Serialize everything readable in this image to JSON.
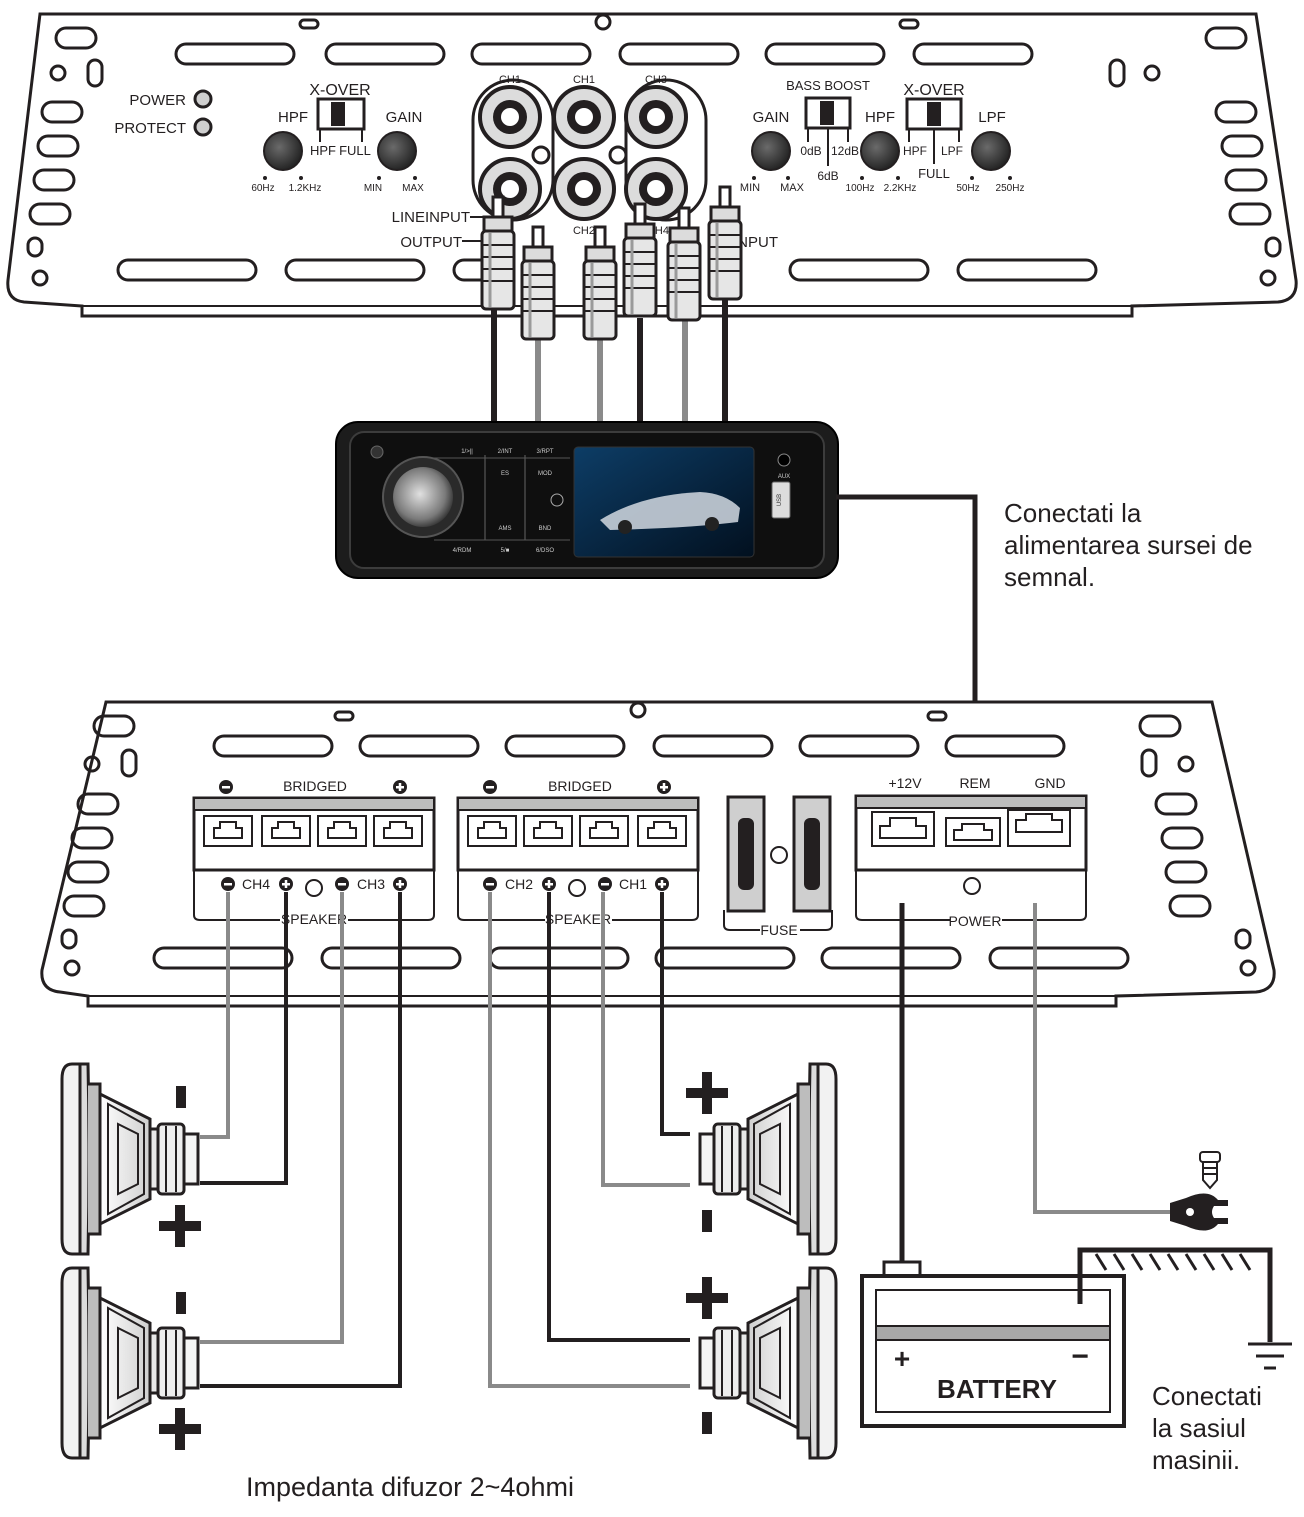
{
  "top_amp": {
    "indicators": [
      "POWER",
      "PROTECT"
    ],
    "left_xover": {
      "title": "X-OVER",
      "hpf": "HPF",
      "gain": "GAIN",
      "switch_hpf": "HPF",
      "switch_full": "FULL",
      "hpf_min": "60Hz",
      "hpf_max": "1.2KHz",
      "gain_min": "MIN",
      "gain_max": "MAX"
    },
    "rca_top_labels": [
      "CH1",
      "CH1",
      "CH3"
    ],
    "rca_bottom_labels": [
      "CH2",
      "CH4"
    ],
    "line_input": "LINEINPUT",
    "output": "OUTPUT",
    "line_input_right": "INPUT",
    "bass_boost": {
      "title": "BASS BOOST",
      "o1": "0dB",
      "o2": "6dB",
      "o3": "12dB"
    },
    "right_gain": {
      "label": "GAIN",
      "min": "MIN",
      "max": "MAX"
    },
    "right_hpf": {
      "label": "HPF",
      "min": "100Hz",
      "max": "2.2KHz"
    },
    "right_xover": {
      "title": "X-OVER",
      "hpf": "HPF",
      "full": "FULL",
      "lpf": "LPF"
    },
    "right_lpf": {
      "label": "LPF",
      "min": "50Hz",
      "max": "250Hz"
    }
  },
  "head_unit": {
    "buttons": [
      "1/>||",
      "2/INT",
      "3/RPT",
      "ES",
      "MOD",
      "AMS",
      "BND",
      "4/RDM",
      "5/■",
      "6/DSO"
    ],
    "aux": "AUX",
    "usb": "USB"
  },
  "bottom_amp": {
    "group1": {
      "bridged": "BRIDGED",
      "ch_a": "CH4",
      "ch_b": "CH3",
      "speaker": "SPEAKER"
    },
    "group2": {
      "bridged": "BRIDGED",
      "ch_a": "CH2",
      "ch_b": "CH1",
      "speaker": "SPEAKER"
    },
    "fuse": "FUSE",
    "power": {
      "v12": "+12V",
      "rem": "REM",
      "gnd": "GND",
      "label": "POWER"
    }
  },
  "battery": {
    "label": "BATTERY",
    "plus": "+",
    "minus": "−"
  },
  "captions": {
    "signal_power": [
      "Conectati la",
      "alimentarea sursei de",
      "semnal."
    ],
    "chassis": [
      "Conectati",
      "la sasiul",
      "masinii."
    ],
    "impedance": "Impedanta difuzor 2~4ohmi"
  },
  "colors": {
    "ink": "#231f20",
    "grey_wire": "#8a8a8a",
    "black_wire": "#231f20",
    "head_unit": "#1c1c1c",
    "screen": "#0a2a4a"
  }
}
